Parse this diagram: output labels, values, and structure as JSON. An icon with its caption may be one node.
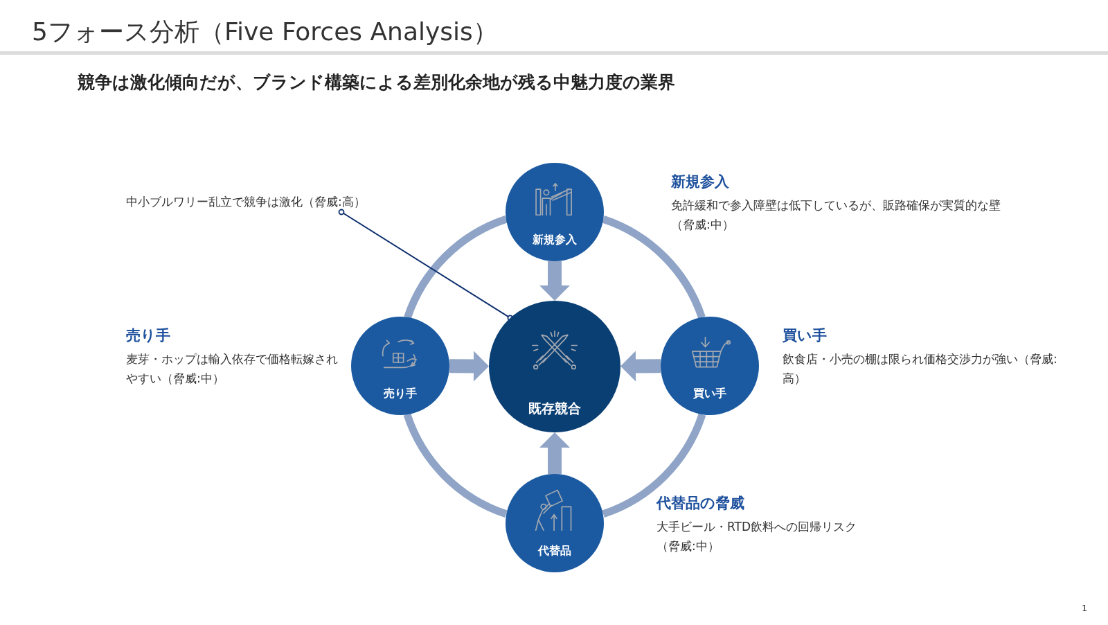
{
  "diagram": {
    "title": "5フォース分析（Five Forces Analysis）",
    "nodes": [
      {
        "text": [
          "中小ブルワリー乱立で競争は激化（脅威:高）"
        ]
      },
      {
        "text": [
          "新規参入"
        ],
        "beside": [
          "新規参入",
          "免許緩和で参入障壁は低下しているが、販路確保が実質的な壁（脅威:中）"
        ]
      },
      {
        "text": [
          "売り手"
        ],
        "beside": [
          "売り手",
          "麦芽・ホップは輸入依存で価格転嫁されやすい（脅威:中）"
        ]
      },
      {
        "text": [
          "既存競合"
        ]
      },
      {
        "text": [
          "買い手"
        ],
        "beside": [
          "買い手",
          "飲食店・小売の棚は限られ価格交渉力が強い（脅威:高）"
        ]
      },
      {
        "text": [
          "代替品"
        ],
        "beside": [
          "代替品の脅威",
          "大手ビール・RTD飲料への回帰リスク（脅威:中）"
        ]
      }
    ],
    "edges": [
      {
        "from": 1,
        "to": 3,
        "arrow": "to",
        "style": "thick"
      },
      {
        "from": 2,
        "to": 3,
        "arrow": "to",
        "style": "thick"
      },
      {
        "from": 4,
        "to": 3,
        "arrow": "to",
        "style": "thick"
      },
      {
        "from": 5,
        "to": 3,
        "arrow": "to",
        "style": "thick"
      },
      {
        "from": 1,
        "to": 4,
        "arrow": "none"
      },
      {
        "from": 4,
        "to": 5,
        "arrow": "none"
      },
      {
        "from": 5,
        "to": 2,
        "arrow": "none"
      },
      {
        "from": 2,
        "to": 1,
        "arrow": "none"
      },
      {
        "from": 0,
        "to": 3,
        "arrow": "other",
        "color": "#0d2f6e"
      }
    ],
    "labels": [
      "競争は激化傾向だが、ブランド構築による差別化余地が残る中魅力度の業界",
      "1"
    ]
  }
}
